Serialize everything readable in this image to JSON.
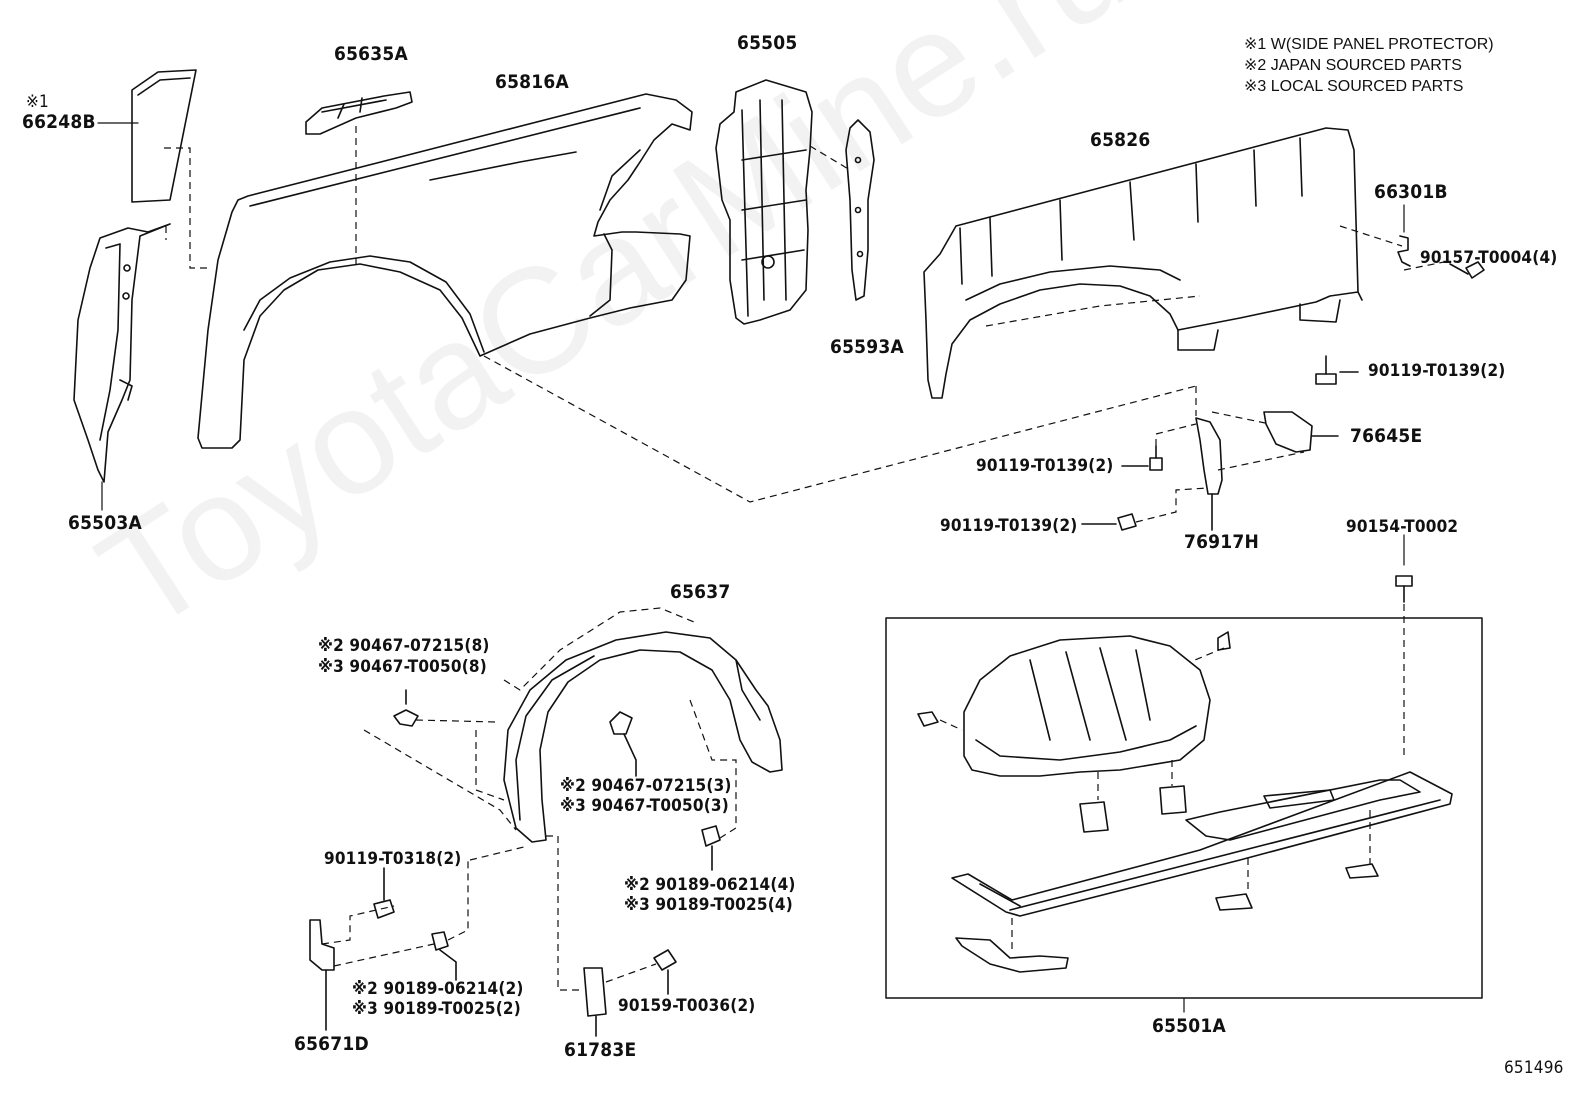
{
  "notes": [
    "※1  W(SIDE PANEL PROTECTOR)",
    "※2  JAPAN SOURCED PARTS",
    "※3  LOCAL SOURCED PARTS"
  ],
  "watermark": "ToyotaCarMine.ru",
  "diagram_id": "651496",
  "labels": {
    "p66248B_mark": "※1",
    "p66248B": "66248B",
    "p65635A": "65635A",
    "p65816A": "65816A",
    "p65505": "65505",
    "p65593A": "65593A",
    "p65503A": "65503A",
    "p65826": "65826",
    "p66301B": "66301B",
    "p90157": "90157-T0004(4)",
    "p90119_a": "90119-T0139(2)",
    "p76645E": "76645E",
    "p90119_b": "90119-T0139(2)",
    "p90119_c": "90119-T0139(2)",
    "p76917H": "76917H",
    "p90154": "90154-T0002",
    "p65637": "65637",
    "p90467_a1": "※2 90467-07215(8)",
    "p90467_a2": "※3 90467-T0050(8)",
    "p90467_b1": "※2 90467-07215(3)",
    "p90467_b2": "※3 90467-T0050(3)",
    "p90189_a1": "※2 90189-06214(4)",
    "p90189_a2": "※3 90189-T0025(4)",
    "p90119_t0318": "90119-T0318(2)",
    "p90189_b1": "※2 90189-06214(2)",
    "p90189_b2": "※3 90189-T0025(2)",
    "p90159": "90159-T0036(2)",
    "p65671D": "65671D",
    "p61783E": "61783E",
    "p65501A": "65501A"
  }
}
